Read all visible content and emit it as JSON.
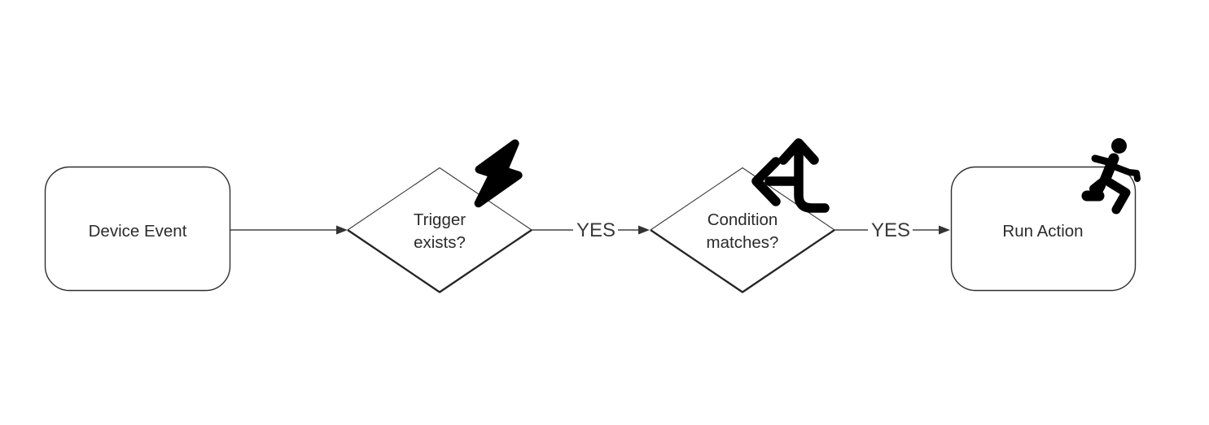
{
  "diagram": {
    "type": "flowchart",
    "direction": "left-to-right",
    "background_color": "#ffffff",
    "colors": {
      "shape_fill": "#ffffff",
      "shape_stroke": "#2f2f2f",
      "diamond_top_stroke": "#3a3a3a",
      "diamond_bottom_stroke": "#242424",
      "edge_stroke": "#424242",
      "arrow_head": "#333333",
      "node_label_text": "#2b2b2b",
      "edge_label_text": "#3a3a3a",
      "icon": "#000000"
    },
    "nodes": [
      {
        "id": "device-event",
        "shape": "rounded-rectangle",
        "label": "Device Event"
      },
      {
        "id": "trigger-exists",
        "shape": "decision-diamond",
        "label_lines": [
          "Trigger",
          "exists?"
        ],
        "icon": "lightning-bolt-icon"
      },
      {
        "id": "condition-matches",
        "shape": "decision-diamond",
        "label_lines": [
          "Condition",
          "matches?"
        ],
        "icon": "split-arrows-up-left-icon"
      },
      {
        "id": "run-action",
        "shape": "rounded-rectangle",
        "label": "Run Action",
        "icon": "person-running-icon"
      }
    ],
    "edges": [
      {
        "from": "device-event",
        "to": "trigger-exists"
      },
      {
        "from": "trigger-exists",
        "to": "condition-matches",
        "label": "YES"
      },
      {
        "from": "condition-matches",
        "to": "run-action",
        "label": "YES"
      }
    ]
  }
}
